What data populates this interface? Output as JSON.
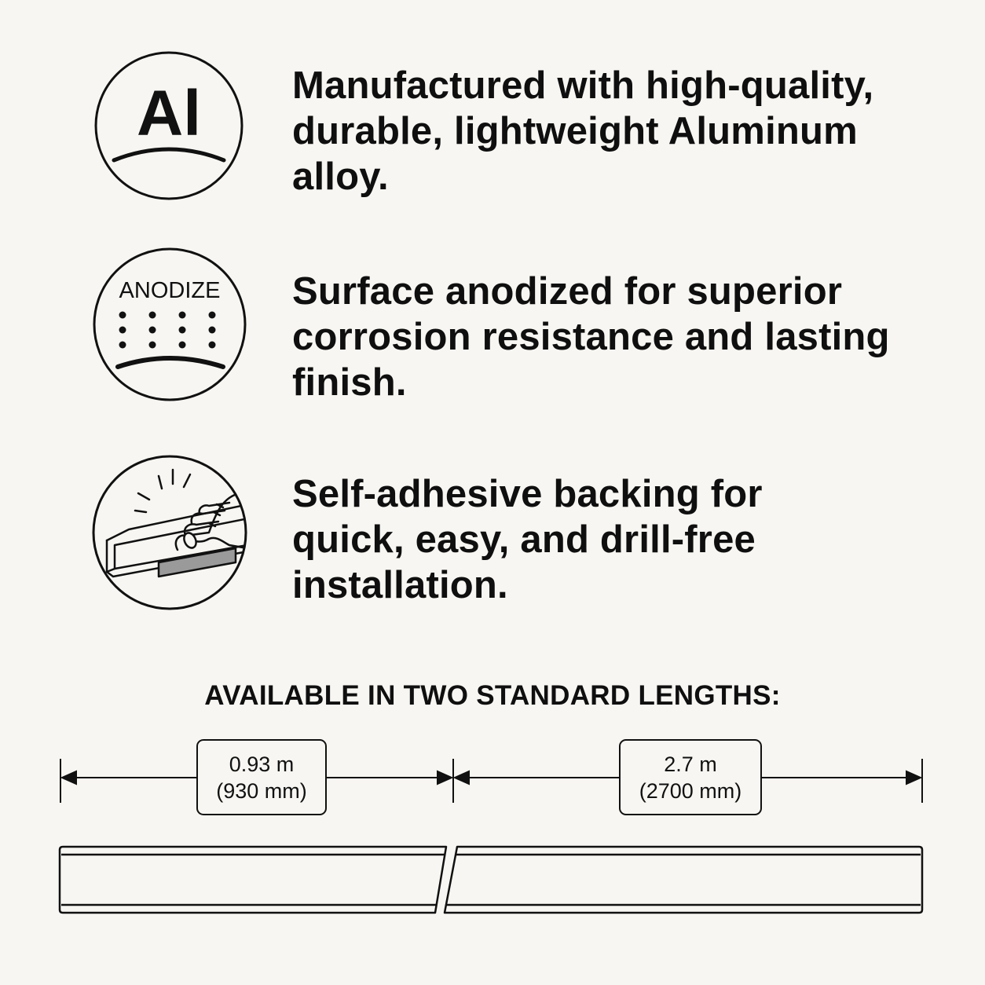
{
  "features": [
    {
      "icon": "aluminum-icon",
      "icon_text": "Al",
      "lines": [
        "Manufactured with high-quality,",
        "durable, lightweight Aluminum",
        "alloy."
      ]
    },
    {
      "icon": "anodize-icon",
      "icon_text": "ANODIZE",
      "lines": [
        "Surface anodized for superior",
        "corrosion resistance and lasting",
        "finish."
      ]
    },
    {
      "icon": "adhesive-hand-icon",
      "lines": [
        "Self-adhesive backing for",
        "quick, easy, and drill-free",
        "installation."
      ]
    }
  ],
  "lengths": {
    "heading": "AVAILABLE IN TWO STANDARD LENGTHS:",
    "options": [
      {
        "metric": "0.93 m",
        "mm": "(930 mm)"
      },
      {
        "metric": "2.7 m",
        "mm": "(2700 mm)"
      }
    ]
  },
  "colors": {
    "ink": "#0f0f0f",
    "background": "#f7f6f2",
    "adhesive_strip": "#9a9a9a"
  }
}
